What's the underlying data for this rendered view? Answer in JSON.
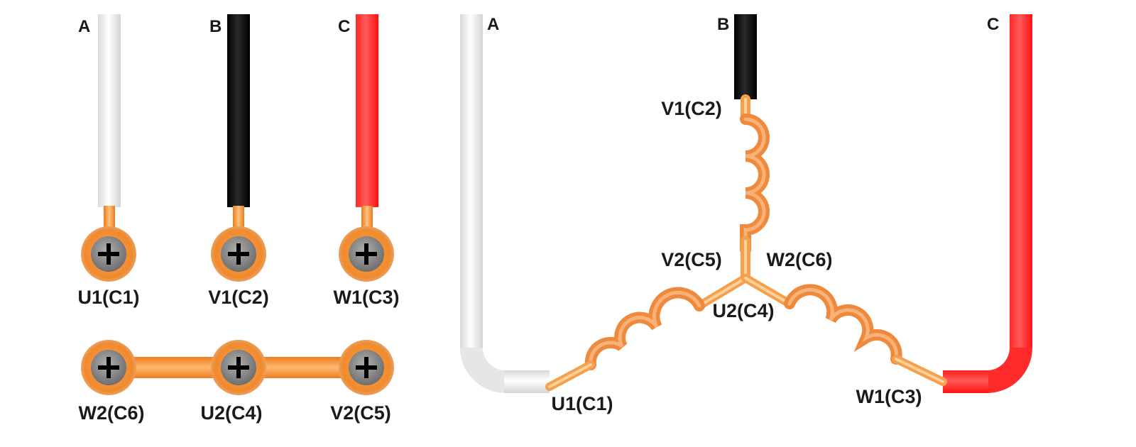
{
  "phases": {
    "A": "A",
    "B": "B",
    "C": "C"
  },
  "terminal_block": {
    "top_terminals": [
      "U1(C1)",
      "V1(C2)",
      "W1(C3)"
    ],
    "bottom_terminals": [
      "W2(C6)",
      "U2(C4)",
      "V2(C5)"
    ],
    "terminal_icon": "plus-screw-icon"
  },
  "star_diagram": {
    "labels": {
      "v1": "V1(C2)",
      "v2": "V2(C5)",
      "w2": "W2(C6)",
      "u2": "U2(C4)",
      "u1": "U1(C1)",
      "w1": "W1(C3)"
    },
    "winding_icon": "coil-icon"
  },
  "colors": {
    "phase_a": "#f2f2f2",
    "phase_b": "#111111",
    "phase_c": "#ff1a1a",
    "copper": "#f08a2c",
    "screw": "#8a8a8a"
  }
}
